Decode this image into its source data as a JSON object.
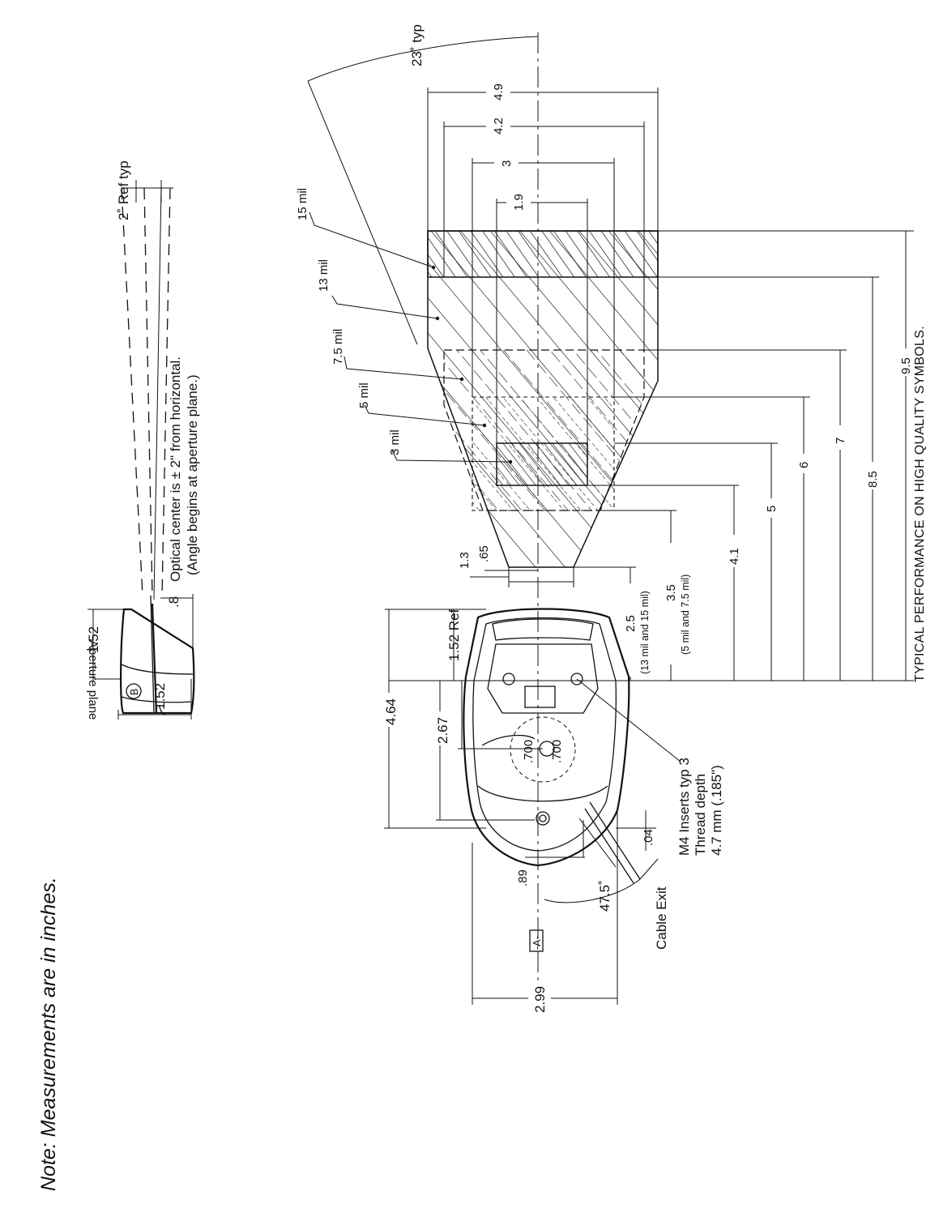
{
  "note": "Note: Measurements are in inches.",
  "performance_title": "TYPICAL PERFORMANCE ON HIGH QUALITY SYMBOLS.",
  "angle_label": "23˚ typ",
  "width_labels": [
    "4.9",
    "4.2",
    "3",
    "1.9"
  ],
  "range_labels": [
    "9.5",
    "8.5",
    "7",
    "6",
    "5",
    "4.1",
    "3.5",
    "2.5"
  ],
  "range_notes": {
    "r35": "(5 mil and 7.5 mil)",
    "r25": "(13 mil and 15 mil)"
  },
  "zones": [
    "15 mil",
    "13 mil",
    "7.5 mil",
    "5 mil",
    "3 mil"
  ],
  "near_widths": [
    "1.3",
    ".65"
  ],
  "side_view": {
    "ref": "2˚ Ref typ",
    "optical_1": "Optical center is ± 2\" from horizontal.",
    "optical_2": "(Angle begins at aperture plane.)",
    "aperture": "Aperture plane",
    "dim_152_top": "1.52",
    "dim_8": ".8",
    "dim_152_bottom": "1.52",
    "datum_b": "B"
  },
  "top_view": {
    "dim_152_ref": "1.52 Ref",
    "dim_464": "4.64",
    "dim_267": "2.67",
    "dim_700a": ".700",
    "dim_700b": ".700",
    "dim_04": ".04",
    "dim_89": ".89",
    "dim_475": "47.5˚",
    "dim_299": "2.99",
    "datum_a": "-A-",
    "inserts_1": "M4 Inserts typ 3",
    "inserts_2": "Thread depth",
    "inserts_3": "4.7 mm (.185\")",
    "cable": "Cable Exit"
  }
}
